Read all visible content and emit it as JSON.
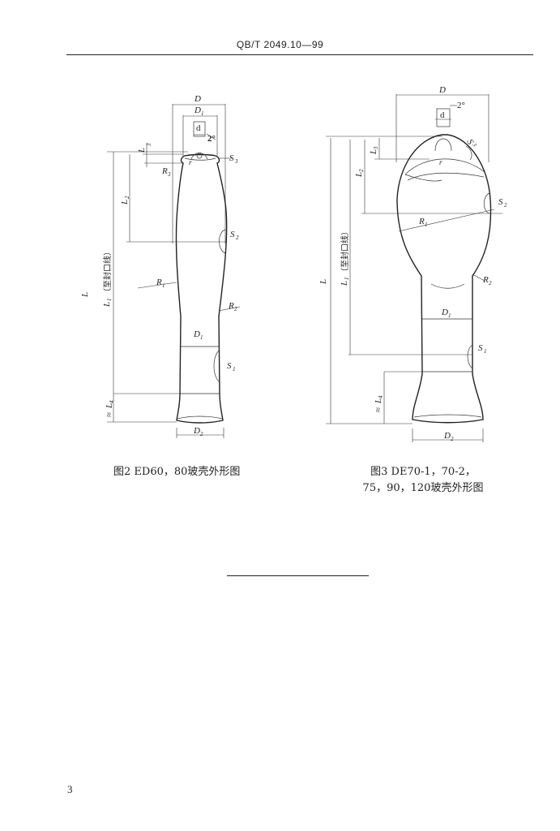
{
  "header": {
    "standard_code": "QB/T 2049.10—99"
  },
  "figure2": {
    "caption": "图2  ED60，80玻壳外形图",
    "labels": {
      "D": "D",
      "D1_top": "D",
      "D1_top_sub": "1",
      "d": "d",
      "angle": "2°",
      "L3": "L",
      "L3_sub": "3",
      "r": "r",
      "R3": "R",
      "R3_sub": "3",
      "S3": "S",
      "S3_sub": "3",
      "L2": "L",
      "L2_sub": "2",
      "S2": "S",
      "S2_sub": "2",
      "L": "L",
      "L1": "L",
      "L1_sub": "1",
      "L1_note": "（至封口线）",
      "R1": "R",
      "R1_sub": "1",
      "R2": "R",
      "R2_sub": "2",
      "D1_mid": "D",
      "D1_mid_sub": "1",
      "S1": "S",
      "S1_sub": "1",
      "L4_prefix": "≈",
      "L4": "L",
      "L4_sub": "4",
      "D2": "D",
      "D2_sub": "2"
    }
  },
  "figure3": {
    "caption_line1": "图3  DE70-1，70-2，",
    "caption_line2": "75，90，120玻壳外形图",
    "labels": {
      "D": "D",
      "d": "d",
      "angle": "2°",
      "S3": "S",
      "S3_sub": "3",
      "r": "r",
      "L3": "L",
      "L3_sub": "3",
      "L2": "L",
      "L2_sub": "2",
      "S2": "S",
      "S2_sub": "2",
      "R1": "R",
      "R1_sub": "1",
      "L": "L",
      "L1": "L",
      "L1_sub": "1",
      "L1_note": "（至封口线）",
      "R2": "R",
      "R2_sub": "2",
      "D1": "D",
      "D1_sub": "1",
      "S1": "S",
      "S1_sub": "1",
      "L4_prefix": "≈",
      "L4": "L",
      "L4_sub": "4",
      "D2": "D",
      "D2_sub": "2"
    }
  },
  "footer": {
    "page_number": "3"
  }
}
